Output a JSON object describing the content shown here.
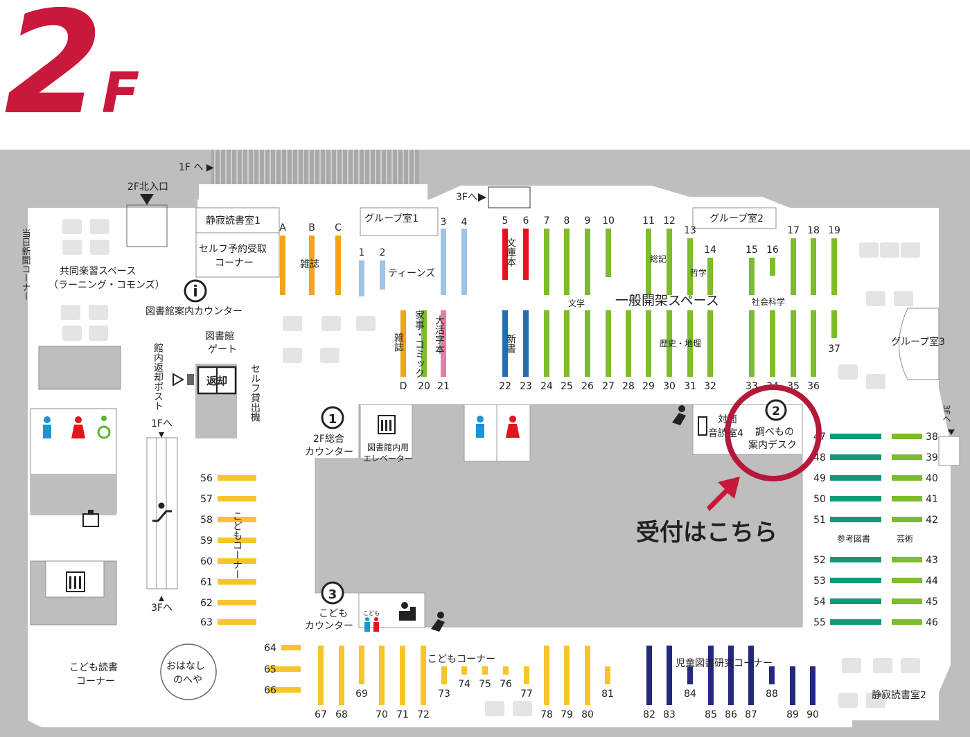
{
  "floor": {
    "number": "2",
    "unit": "F"
  },
  "colors": {
    "accent": "#c8193a",
    "orange": "#f2a516",
    "lightblue": "#9dc3e6",
    "red": "#e2141f",
    "blue": "#1f6fbf",
    "green": "#7cbc2d",
    "teal": "#0f9a78",
    "yellow": "#f7c52b",
    "navy": "#24287f",
    "pink": "#e87aa6",
    "gray": "#bebebe",
    "darkgray": "#9c9c9c"
  },
  "labels": {
    "to_1f_top": "1F へ ▶",
    "north_entrance": "2F北入口",
    "to_3f_top": "3Fへ",
    "newspaper": "当日新聞コーナー",
    "learning_space": "共同楽習スペース",
    "learning_commons": "（ラーニング・コモンズ）",
    "quiet_room1": "静寂読書室1",
    "self_reserve": "セルフ予約受取",
    "self_reserve2": "コーナー",
    "info_counter": "図書館案内カウンター",
    "library_gate": "図書館",
    "library_gate2": "ゲート",
    "return_post": "館内返却ポスト",
    "return_book": "返却",
    "self_lending": "セルフ貸出機",
    "to_1f_escalator": "1Fへ",
    "to_3f_escalator": "3Fへ",
    "group_room1": "グループ室1",
    "group_room2": "グループ室2",
    "group_room3": "グループ室3",
    "teens": "ティーンズ",
    "magazines": "雑誌",
    "magazines_d": "雑誌",
    "housework_comic": "家事・コミック",
    "large_print": "大活字本",
    "bunko": "文庫本",
    "shinsho": "新書",
    "literature": "文学",
    "general_stacks": "一般開架スペース",
    "general": "総記",
    "philosophy": "哲学",
    "social_science": "社会科学",
    "history_geo": "歴史・地理",
    "counter_2f": "2F総合",
    "counter_2f2": "カウンター",
    "staff_elevator": "図書館内用",
    "staff_elevator2": "エレベーター",
    "face_room": "対面",
    "face_room2": "音読室4",
    "research_desk": "調べもの",
    "research_desk2": "案内デスク",
    "reception_here": "受付はこちら",
    "reference": "参考図書",
    "arts": "芸術",
    "kids_corner_v": "こどもコーナー",
    "kids_counter": "こども",
    "kids_counter2": "カウンター",
    "kids_toilet": "こども",
    "kids_reading": "こども読書",
    "kids_reading2": "コーナー",
    "story_room": "おはなし",
    "story_room2": "のへや",
    "kids_corner_h": "こどもコーナー",
    "juvenile_research": "児童図書研究コーナー",
    "quiet_room2": "静寂読書室2",
    "to_3f_right": "3Fへ",
    "circle1": "1",
    "circle2": "2",
    "circle3": "3",
    "info_i": "i"
  },
  "shelf_numbers": {
    "top_letters": [
      "A",
      "B",
      "C"
    ],
    "letter_d": "D",
    "teens": [
      "1",
      "2",
      "3",
      "4"
    ],
    "lit_top": [
      "5",
      "6",
      "7",
      "8",
      "9",
      "10",
      "11",
      "12",
      "13",
      "14",
      "15",
      "16",
      "17",
      "18",
      "19"
    ],
    "mid_bottom": [
      "20",
      "21",
      "22",
      "23",
      "24",
      "25",
      "26",
      "27",
      "28",
      "29",
      "30",
      "31",
      "32",
      "33",
      "34",
      "35",
      "36"
    ],
    "n37": "37",
    "right_left": [
      "47",
      "48",
      "49",
      "50",
      "51",
      "52",
      "53",
      "54",
      "55"
    ],
    "right_right": [
      "38",
      "39",
      "40",
      "41",
      "42",
      "43",
      "44",
      "45",
      "46"
    ],
    "kids_left": [
      "56",
      "57",
      "58",
      "59",
      "60",
      "61",
      "62",
      "63"
    ],
    "kids_small": [
      "64",
      "65",
      "66"
    ],
    "bottom_a": [
      "67",
      "68",
      "69",
      "70",
      "71",
      "72",
      "73",
      "74",
      "75",
      "76",
      "77",
      "78",
      "79",
      "80",
      "81"
    ],
    "bottom_b": [
      "82",
      "83",
      "84",
      "85",
      "86",
      "87",
      "88",
      "89",
      "90"
    ]
  }
}
